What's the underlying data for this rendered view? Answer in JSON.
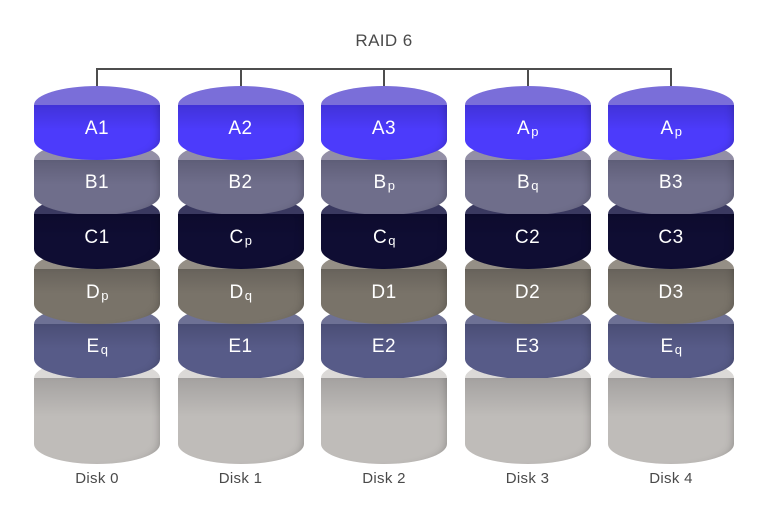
{
  "title": "RAID 6",
  "connector": {
    "color": "#4d4d4d"
  },
  "colors": {
    "background": "#ffffff",
    "block_label_text": "#ffffff",
    "caption_text": "#4a4a4a"
  },
  "rows": [
    {
      "key": "A",
      "cap": "#7a6ed9",
      "body": "#4c3bfb"
    },
    {
      "key": "B",
      "cap": "#938fa6",
      "body": "#6f6e8b"
    },
    {
      "key": "C",
      "cap": "#3a3960",
      "body": "#0f0d33"
    },
    {
      "key": "D",
      "cap": "#958f86",
      "body": "#797369"
    },
    {
      "key": "E",
      "cap": "#6e7195",
      "body": "#575b88"
    }
  ],
  "spare_row": {
    "cap": "#dbd9d7",
    "body": "#bfbcb9"
  },
  "disks": [
    {
      "name": "Disk 0",
      "blocks": [
        {
          "label": "A1"
        },
        {
          "label": "B1"
        },
        {
          "label": "C1"
        },
        {
          "label": "D",
          "sub": "p"
        },
        {
          "label": "E",
          "sub": "q"
        }
      ]
    },
    {
      "name": "Disk 1",
      "blocks": [
        {
          "label": "A2"
        },
        {
          "label": "B2"
        },
        {
          "label": "C",
          "sub": "p"
        },
        {
          "label": "D",
          "sub": "q"
        },
        {
          "label": "E1"
        }
      ]
    },
    {
      "name": "Disk 2",
      "blocks": [
        {
          "label": "A3"
        },
        {
          "label": "B",
          "sub": "p"
        },
        {
          "label": "C",
          "sub": "q"
        },
        {
          "label": "D1"
        },
        {
          "label": "E2"
        }
      ]
    },
    {
      "name": "Disk 3",
      "blocks": [
        {
          "label": "A",
          "sub": "p"
        },
        {
          "label": "B",
          "sub": "q"
        },
        {
          "label": "C2"
        },
        {
          "label": "D2"
        },
        {
          "label": "E3"
        }
      ]
    },
    {
      "name": "Disk 4",
      "blocks": [
        {
          "label": "A",
          "sub": "p"
        },
        {
          "label": "B3"
        },
        {
          "label": "C3"
        },
        {
          "label": "D3"
        },
        {
          "label": "E",
          "sub": "q"
        }
      ]
    }
  ]
}
